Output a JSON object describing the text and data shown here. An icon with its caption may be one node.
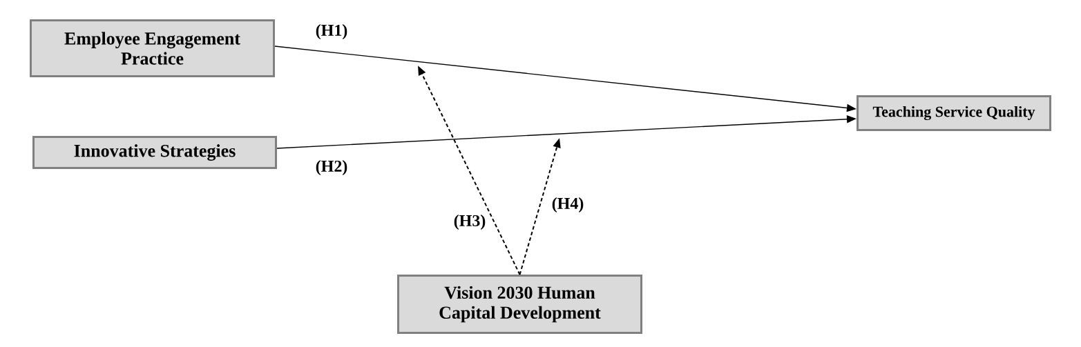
{
  "diagram": {
    "nodes": [
      {
        "text": [
          "Employee Engagement Practice"
        ]
      },
      {
        "text": [
          "Innovative Strategies"
        ]
      },
      {
        "text": [
          "Teaching Service Quality"
        ]
      },
      {
        "text": [
          "Vision 2030 Human Capital Development"
        ]
      }
    ],
    "edges": [
      {
        "from": 0,
        "to": 2,
        "arrow": "to",
        "label": "(H1)"
      },
      {
        "from": 1,
        "to": 2,
        "arrow": "to",
        "label": "(H2)"
      },
      {
        "from": 3,
        "to": null,
        "arrow": "to",
        "label": "(H3)",
        "style": "dashed"
      },
      {
        "from": 3,
        "to": null,
        "arrow": "to",
        "label": "(H4)",
        "style": "dashed"
      }
    ]
  }
}
